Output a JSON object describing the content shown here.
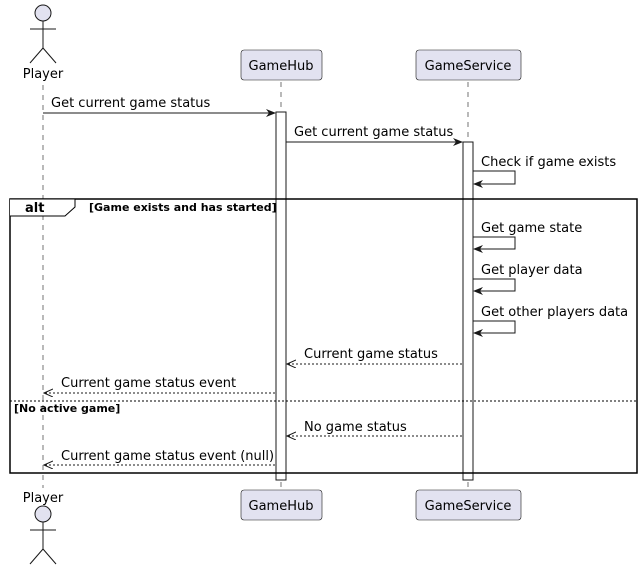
{
  "participants": {
    "player": "Player",
    "gamehub": "GameHub",
    "gameservice": "GameService"
  },
  "messages": [
    "Get current game status",
    "Get current game status",
    "Check if game exists",
    "Get game state",
    "Get player data",
    "Get other players data",
    "Current game status",
    "Current game status event",
    "No game status",
    "Current game status event (null)"
  ],
  "fragment": {
    "keyword": "alt",
    "condition1": "[Game exists and has started]",
    "condition2": "[No active game]"
  },
  "colors": {
    "participant_fill": "#E2E2F0",
    "participant_border": "#181818",
    "line": "#181818",
    "lifeline": "#181818"
  }
}
